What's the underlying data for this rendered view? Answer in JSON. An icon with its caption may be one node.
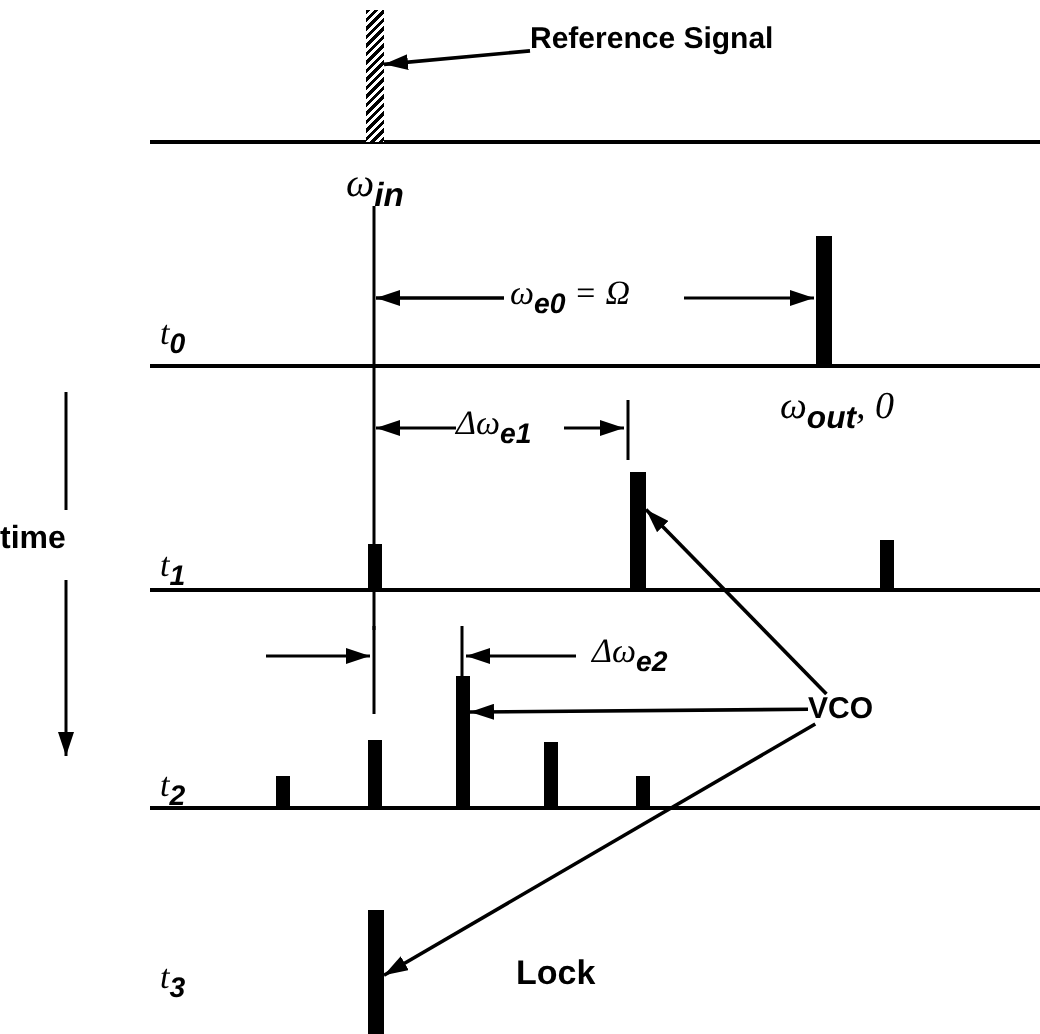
{
  "diagram": {
    "nodes": [
      {
        "text": [
          "Reference Signal"
        ]
      },
      {
        "text": [],
        "shape": "bar"
      },
      {
        "text": [
          "VCO"
        ]
      },
      {
        "text": [],
        "shape": "bar"
      },
      {
        "text": [],
        "shape": "bar"
      },
      {
        "text": [],
        "shape": "bar"
      }
    ],
    "edges": [
      {
        "from": 0,
        "to": 1,
        "arrow": "to"
      },
      {
        "from": 2,
        "to": 3,
        "arrow": "to"
      },
      {
        "from": 2,
        "to": 4,
        "arrow": "to"
      },
      {
        "from": 2,
        "to": 5,
        "arrow": "to"
      }
    ],
    "labels": [
      "ω$_{in}$",
      "ω$_{e0}$ = Ω",
      "t$_{0}$",
      "ω$_{out}$, 0",
      "Δω$_{e1}$",
      "time",
      "t$_{1}$",
      "Δω$_{e2}$",
      "t$_{2}$",
      "t$_{3}$",
      "Lock"
    ]
  }
}
